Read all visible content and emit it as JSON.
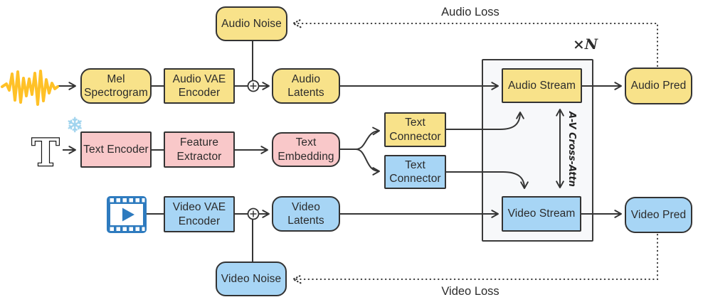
{
  "figure": {
    "type": "architecture-diagram",
    "background": "#ffffff",
    "colors": {
      "audio_fill": "#F8E28A",
      "text_fill": "#F9C8C9",
      "video_fill": "#A7D5F5",
      "stroke": "#333333",
      "container_fill": "#F7F8FA",
      "waveform_icon": "#FFC127",
      "video_icon": "#2E7BBF",
      "snowflake_icon": "#9FD4EE"
    },
    "nodes": {
      "audio_noise": {
        "label": "Audio Noise"
      },
      "mel_spectrogram": {
        "label": "Mel\nSpectrogram"
      },
      "audio_vae_encoder": {
        "label": "Audio VAE\nEncoder"
      },
      "audio_latents": {
        "label": "Audio\nLatents"
      },
      "audio_stream": {
        "label": "Audio Stream"
      },
      "audio_pred": {
        "label": "Audio Pred"
      },
      "text_encoder": {
        "label": "Text Encoder"
      },
      "feature_extractor": {
        "label": "Feature\nExtractor"
      },
      "text_embedding": {
        "label": "Text\nEmbedding"
      },
      "text_connector_audio": {
        "label": "Text\nConnector"
      },
      "text_connector_video": {
        "label": "Text\nConnector"
      },
      "video_vae_encoder": {
        "label": "Video VAE\nEncoder"
      },
      "video_latents": {
        "label": "Video\nLatents"
      },
      "video_stream": {
        "label": "Video Stream"
      },
      "video_pred": {
        "label": "Video Pred"
      },
      "video_noise": {
        "label": "Video Noise"
      }
    },
    "labels": {
      "audio_loss": "Audio Loss",
      "video_loss": "Video Loss",
      "repeat_count": "×N",
      "cross_attention": "A-V Cross-Attn"
    },
    "icons": {
      "frozen_snowflake": "❄",
      "text_symbol": "T"
    }
  }
}
